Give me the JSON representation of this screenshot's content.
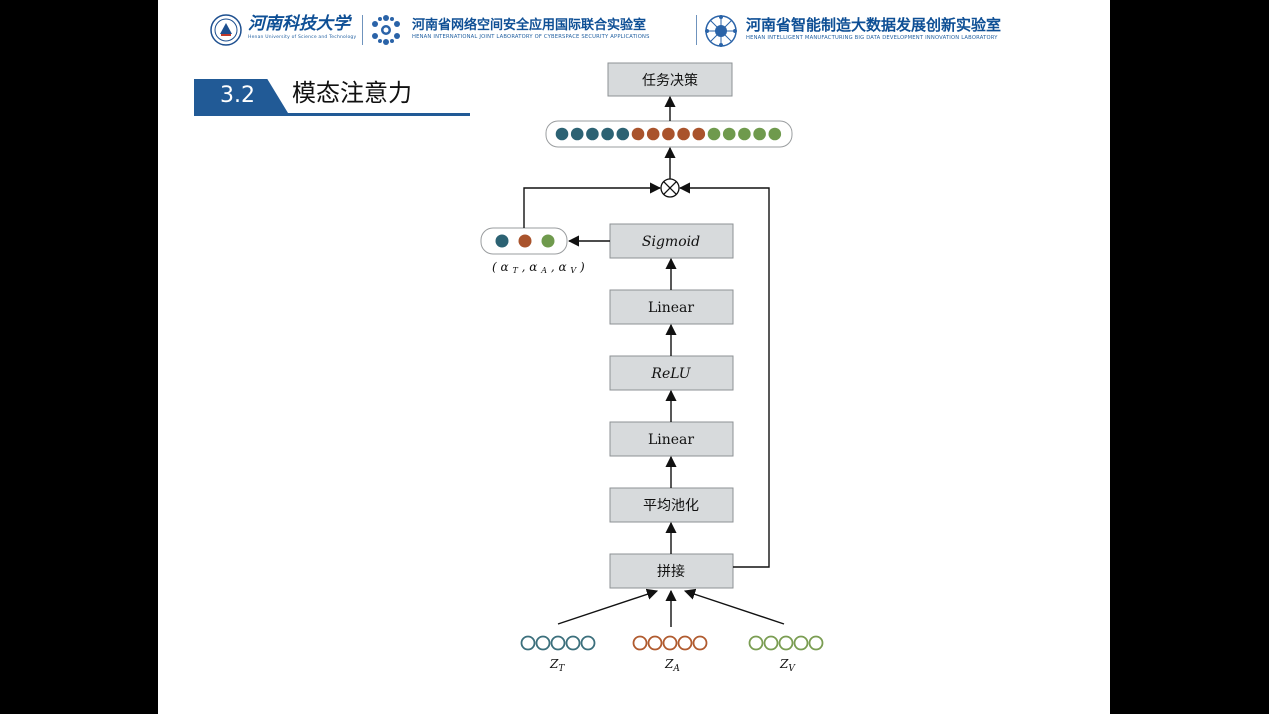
{
  "header": {
    "university_name": "河南科技大学",
    "university_en": "Henan University of Science and Technology",
    "lab1_name": "河南省网络空间安全应用国际联合实验室",
    "lab1_en": "HENAN INTERNATIONAL JOINT LABORATORY OF CYBERSPACE SECURITY APPLICATIONS",
    "lab2_name": "河南省智能制造大数据发展创新实验室",
    "lab2_en": "HENAN INTELLIGENT MANUFACTURING BIG DATA DEVELOPMENT INNOVATION LABORATORY",
    "icons": [
      "university-seal-icon",
      "lab-snowflake-icon",
      "lab-network-globe-icon"
    ],
    "brand_color": "#0e4f95"
  },
  "section": {
    "number": "3.2",
    "title": "模态注意力",
    "accent_color": "#215a96"
  },
  "diagram": {
    "nodes": {
      "decision": "任务决策",
      "sigmoid": "Sigmoid",
      "linear_top": "Linear",
      "relu": "ReLU",
      "linear_bottom": "Linear",
      "avg_pool": "平均池化",
      "concat": "拼接"
    },
    "multiply_symbol": "⊗",
    "weights_label": "(αT, αA, αV)",
    "weights_parts": {
      "open": "(",
      "a1": "α",
      "s1": "T",
      "sep1": ", ",
      "a2": "α",
      "s2": "A",
      "sep2": ", ",
      "a3": "α",
      "s3": "V",
      "close": ")"
    },
    "inputs": [
      {
        "base": "Z",
        "sub": "T",
        "color": "#3b6f7c"
      },
      {
        "base": "Z",
        "sub": "A",
        "color": "#b05a2e"
      },
      {
        "base": "Z",
        "sub": "V",
        "color": "#7a9d52"
      }
    ],
    "colors": {
      "text_modality": "#2c6273",
      "audio_modality": "#a9532c",
      "visual_modality": "#6f9a4d",
      "box_fill": "#d7dadc",
      "box_stroke": "#8e9294"
    }
  }
}
